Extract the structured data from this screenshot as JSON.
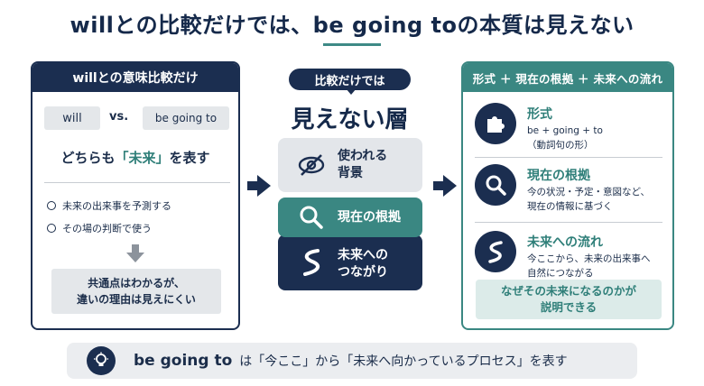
{
  "title": "willとの比較だけでは、be going toの本質は見えない",
  "left": {
    "header": "willとの意味比較だけ",
    "pill_will": "will",
    "vs": "vs.",
    "pill_bgt": "be going to",
    "both_pre": "どちらも",
    "both_hl": "「未来」",
    "both_post": "を表す",
    "bullets": [
      "未来の出来事を予測する",
      "その場の判断で使う"
    ],
    "common_line1": "共通点はわかるが、",
    "common_line2": "違いの理由は見えにくい"
  },
  "center": {
    "badge": "比較だけでは",
    "big": "見えない層",
    "layer1_line1": "使われる",
    "layer1_line2": "背景",
    "layer2": "現在の根拠",
    "layer3_line1": "未来への",
    "layer3_line2": "つながり"
  },
  "right": {
    "header": "形式 ＋ 現在の根拠 ＋ 未来への流れ",
    "items": [
      {
        "title": "形式",
        "line1": "be + going + to",
        "line2": "（動詞句の形）",
        "icon": "puzzle-icon"
      },
      {
        "title": "現在の根拠",
        "line1": "今の状況・予定・意図など、",
        "line2": "現在の情報に基づく",
        "icon": "search-icon"
      },
      {
        "title": "未来への流れ",
        "line1": "今ここから、未来の出来事へ",
        "line2": "自然につながる",
        "icon": "path-icon"
      }
    ],
    "conclude_line1": "なぜその未来になるのかが",
    "conclude_line2": "説明できる"
  },
  "bottom": {
    "strong": "be going to",
    "text": "は「今ここ」から「未来へ向かっているプロセス」を表す"
  },
  "colors": {
    "navy": "#1b2e50",
    "teal": "#3a8782",
    "light": "#e4e7ea"
  }
}
